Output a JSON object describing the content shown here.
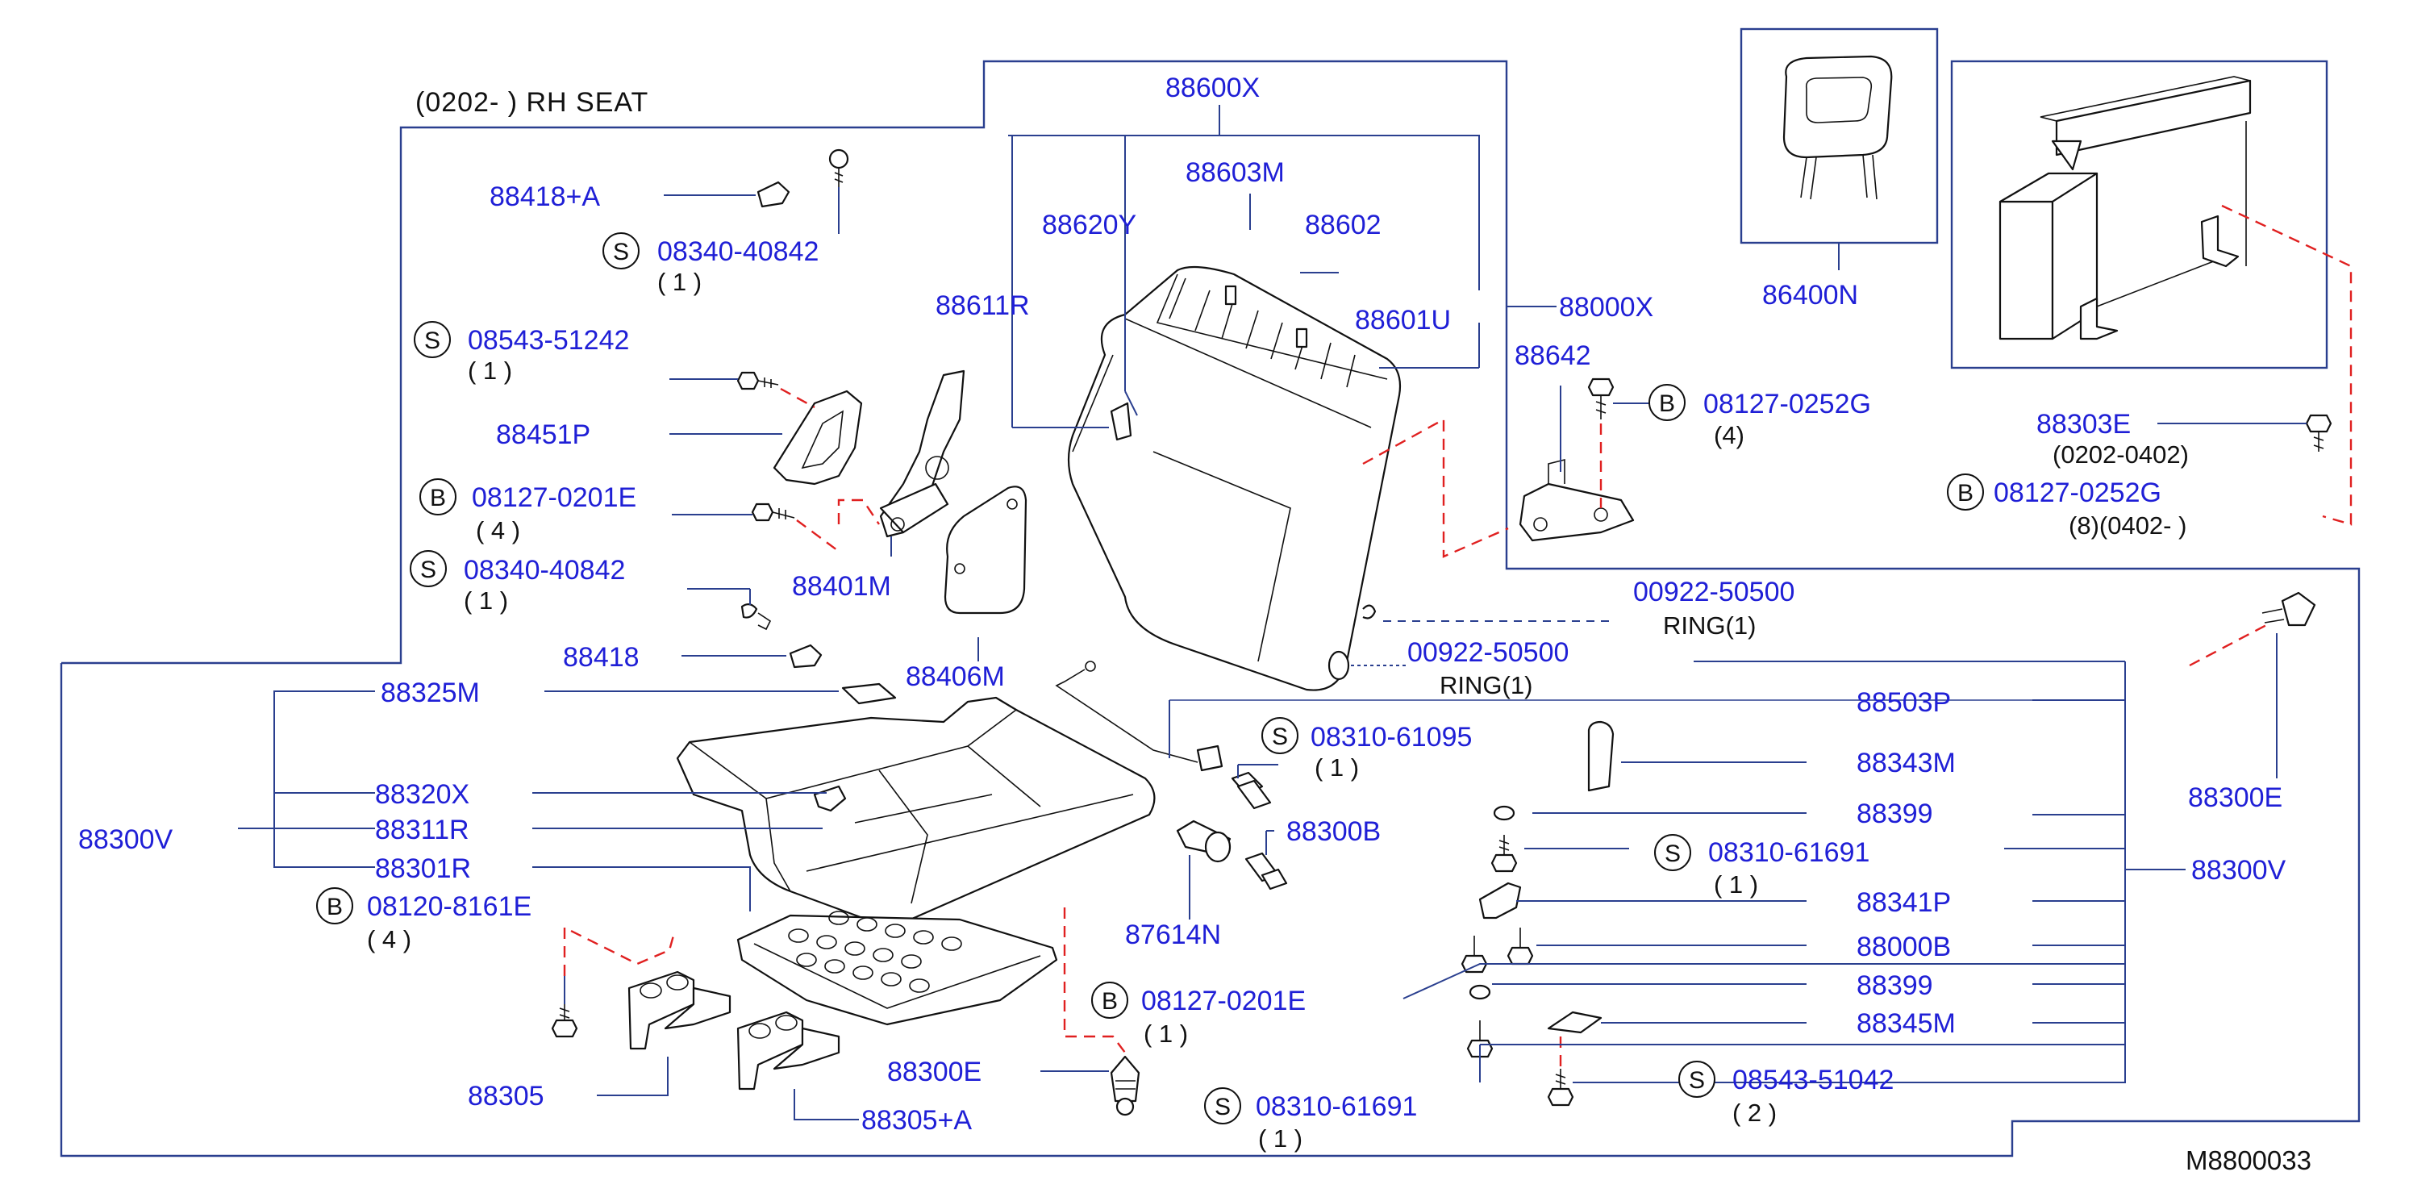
{
  "title": "(0202-      )  RH   SEAT",
  "diagram_code": "M8800033",
  "parts": {
    "p88600X": "88600X",
    "p88603M": "88603M",
    "p88620Y": "88620Y",
    "p88602": "88602",
    "p88611R": "88611R",
    "p88601U": "88601U",
    "p88000X": "88000X",
    "p88642": "88642",
    "p08127_0252G_a": "08127-0252G",
    "q4_a": "(4)",
    "p86400N": "86400N",
    "p88303E": "88303E",
    "r0202_0402": "(0202-0402)",
    "p08127_0252G_b": "08127-0252G",
    "r8_0402": "(8)(0402-        )",
    "p88418A": "88418+A",
    "p08340_40842_a": "08340-40842",
    "q1_a": "(  1    )",
    "p08543_51242": "08543-51242",
    "q1_b": "(  1    )",
    "p88451P": "88451P",
    "p08127_0201E_a": "08127-0201E",
    "q4_b": "(   4    )",
    "p08340_40842_b": "08340-40842",
    "q1_c": "(   1    )",
    "p88401M": "88401M",
    "p88418": "88418",
    "p88406M": "88406M",
    "p00922_50500_a": "00922-50500",
    "ring_a": "RING(1)",
    "p00922_50500_b": "00922-50500",
    "ring_b": "RING(1)",
    "p88325M": "88325M",
    "p88320X": "88320X",
    "p88311R": "88311R",
    "p88301R": "88301R",
    "p88300V_left": "88300V",
    "p08120_8161E": "08120-8161E",
    "q4_c": "(   4    )",
    "p88305": "88305",
    "p88305A": "88305+A",
    "p88300E_left": "88300E",
    "p08310_61095": "08310-61095",
    "q1_d": "(   1    )",
    "p88300B": "88300B",
    "p87614N": "87614N",
    "p08127_0201E_b": "08127-0201E",
    "q1_e": "(   1    )",
    "p08310_61691_a": "08310-61691",
    "q1_f": "(   1    )",
    "p88503P": "88503P",
    "p88343M": "88343M",
    "p88399_a": "88399",
    "p08310_61691_b": "08310-61691",
    "q1_g": "(   1    )",
    "p88341P": "88341P",
    "p88000B": "88000B",
    "p88399_b": "88399",
    "p88345M": "88345M",
    "p08543_51042": "08543-51042",
    "q2": "(   2    )",
    "p88300V_right": "88300V",
    "p88300E_right": "88300E"
  },
  "symbols": {
    "S": "S",
    "B": "B"
  },
  "colors": {
    "part_number": "#1f1fd6",
    "leader": "#2a3f8f",
    "dashed": "#e02020",
    "ink": "#111111"
  }
}
